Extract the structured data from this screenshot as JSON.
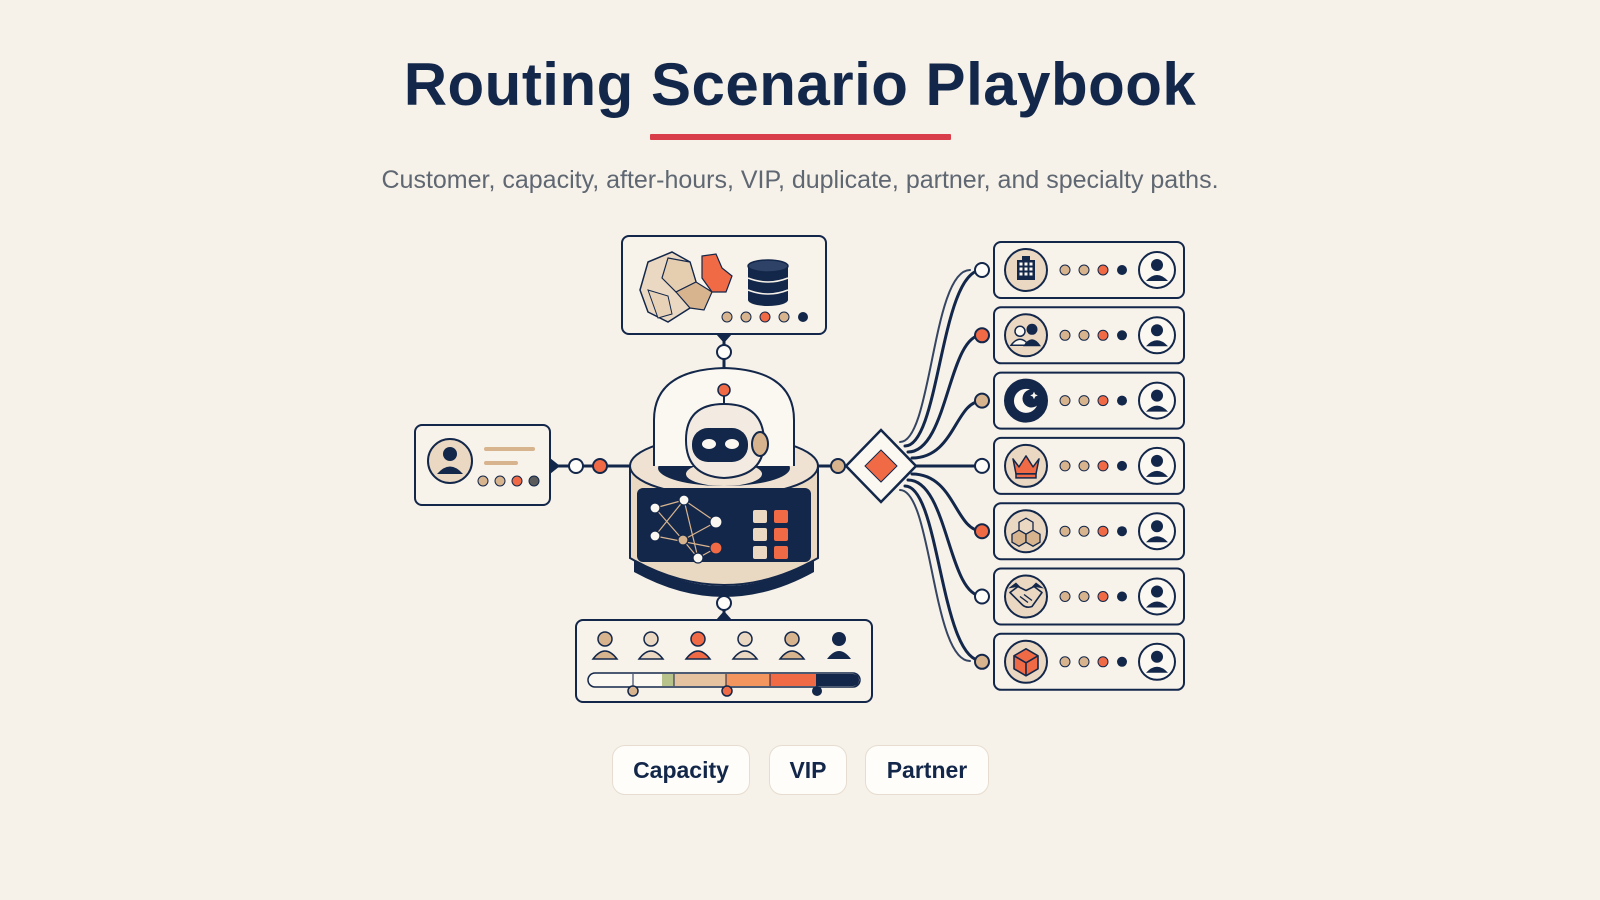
{
  "page": {
    "title": "Routing Scenario Playbook",
    "subtitle": "Customer, capacity, after-hours, VIP, duplicate, partner, and specialty paths."
  },
  "colors": {
    "navy": "#13274a",
    "accent_red": "#d93d49",
    "orange": "#f06a45",
    "tan": "#d8b48e",
    "cream": "#f6f1e9",
    "card": "#f7f2ea"
  },
  "diagram": {
    "customer_card": {
      "icon": "person-icon"
    },
    "region_card": {
      "icons": [
        "region-map-icon",
        "database-icon"
      ]
    },
    "core": {
      "icons": [
        "robot-icon",
        "network-graph-icon",
        "keypad-icon"
      ]
    },
    "router": {
      "icon": "diamond-decision-icon"
    },
    "capacity_card": {
      "agents": 6,
      "highlighted_agent": 3
    },
    "routes": [
      {
        "icon": "building-icon",
        "dest": "agent-icon"
      },
      {
        "icon": "team-icon",
        "dest": "agent-icon"
      },
      {
        "icon": "moon-icon",
        "dest": "agent-icon"
      },
      {
        "icon": "crown-icon",
        "dest": "agent-icon"
      },
      {
        "icon": "boxes-icon",
        "dest": "agent-icon"
      },
      {
        "icon": "handshake-icon",
        "dest": "agent-icon"
      },
      {
        "icon": "cube-icon",
        "dest": "agent-icon"
      }
    ]
  },
  "tags": {
    "capacity": "Capacity",
    "vip": "VIP",
    "partner": "Partner"
  }
}
